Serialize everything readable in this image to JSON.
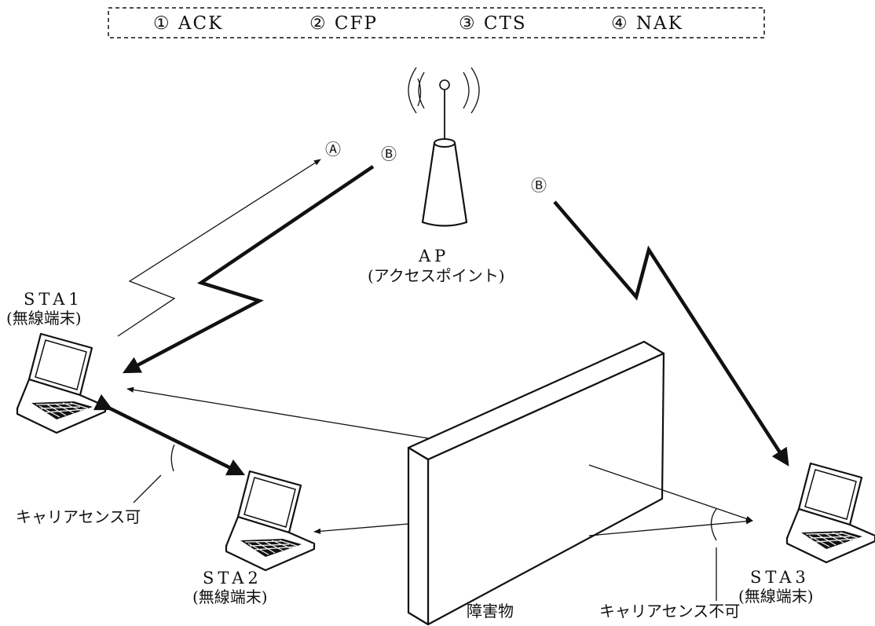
{
  "legend": {
    "options": [
      "① ACK",
      "② CFP",
      "③ CTS",
      "④ NAK"
    ]
  },
  "labels": {
    "ap_name": "AP",
    "ap_desc": "(アクセスポイント)",
    "sta1_name": "STA1",
    "sta1_desc": "(無線端末)",
    "sta2_name": "STA2",
    "sta2_desc": "(無線端末)",
    "sta3_name": "STA3",
    "sta3_desc": "(無線端末)",
    "obstacle": "障害物",
    "carrier_ok": "キャリアセンス可",
    "carrier_ng": "キャリアセンス不可",
    "mark_a": "Ⓐ",
    "mark_b1": "Ⓑ",
    "mark_b2": "Ⓑ"
  },
  "icons": {
    "access_point": "antenna-tower-icon",
    "laptop": "laptop-icon"
  }
}
